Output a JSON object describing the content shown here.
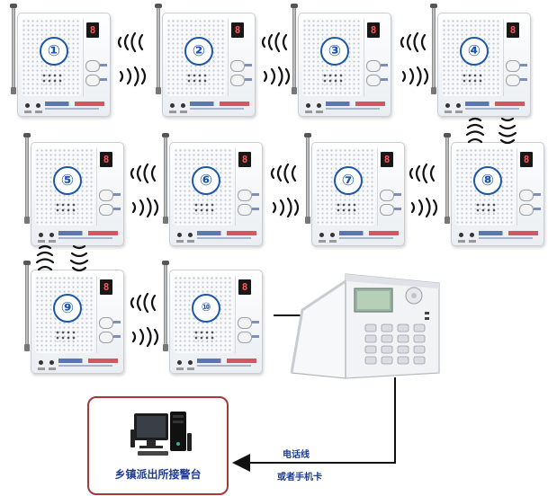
{
  "units": [
    {
      "number": "①"
    },
    {
      "number": "②"
    },
    {
      "number": "③"
    },
    {
      "number": "④"
    },
    {
      "number": "⑤"
    },
    {
      "number": "⑥"
    },
    {
      "number": "⑦"
    },
    {
      "number": "⑧"
    },
    {
      "number": "⑨"
    },
    {
      "number": "⑩"
    }
  ],
  "unit_display_digit": "8",
  "police_station": {
    "label": "乡镇派出所接警台"
  },
  "connection": {
    "line1": "电话线",
    "line2": "或者手机卡"
  },
  "colors": {
    "accent": "#1c57a8",
    "box_border": "#a23a3a",
    "label": "#1f3c8c"
  }
}
